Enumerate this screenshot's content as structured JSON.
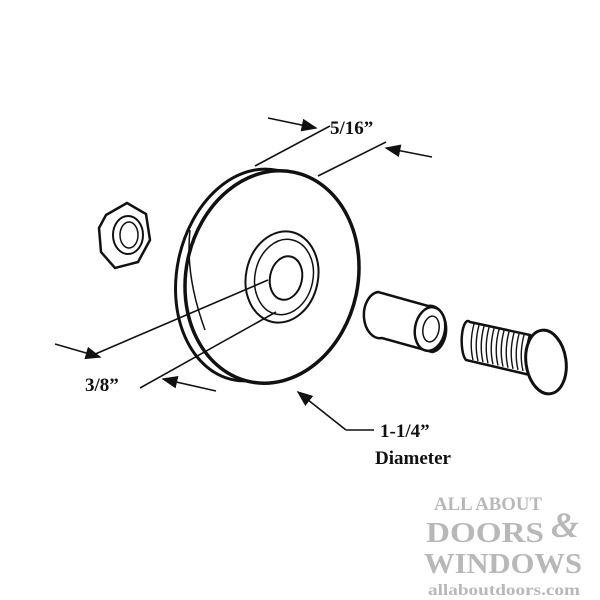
{
  "diagram": {
    "dimensions": {
      "width_label": "5/16”",
      "bore_label": "3/8”",
      "diameter_value": "1-1/4”",
      "diameter_word": "Diameter"
    },
    "parts": [
      "nut-icon",
      "roller-wheel-icon",
      "spacer-sleeve-icon",
      "bolt-icon"
    ]
  },
  "watermark": {
    "line1": "ALL ABOUT",
    "line2": "DOORS",
    "ampersand": "&",
    "line3": "WINDOWS",
    "url": "allaboutdoors.com",
    "color": "#b8b8b8"
  }
}
